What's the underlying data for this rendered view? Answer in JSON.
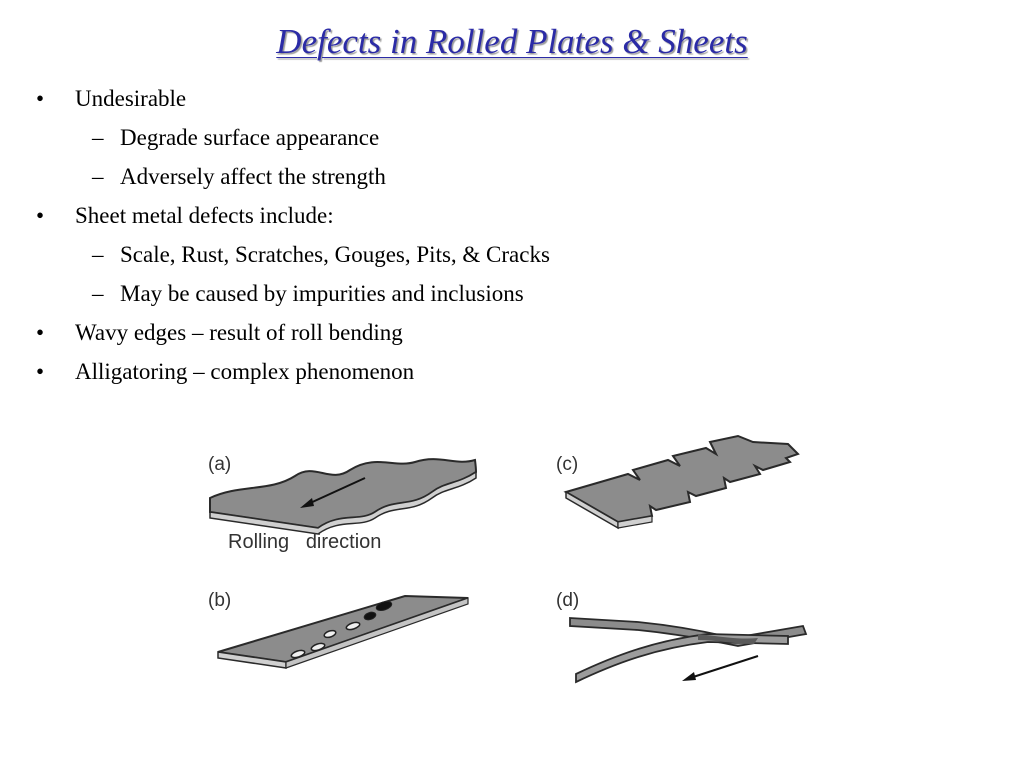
{
  "slide": {
    "title": "Defects in Rolled Plates & Sheets"
  },
  "bullets": [
    {
      "level": 1,
      "text": "Undesirable"
    },
    {
      "level": 2,
      "text": "Degrade surface appearance"
    },
    {
      "level": 2,
      "text": "Adversely affect the strength"
    },
    {
      "level": 1,
      "text": "Sheet metal defects include:"
    },
    {
      "level": 2,
      "text": "Scale, Rust, Scratches, Gouges, Pits, & Cracks"
    },
    {
      "level": 2,
      "text": "May be caused by impurities and inclusions"
    },
    {
      "level": 1,
      "text": "Wavy edges – result of roll bending"
    },
    {
      "level": 1,
      "text": "Alligatoring – complex phenomenon"
    }
  ],
  "markers": {
    "level1": "•",
    "level2": "–"
  },
  "figure": {
    "panels": [
      {
        "label": "(a)",
        "caption": "Rolling   direction"
      },
      {
        "label": "(b)"
      },
      {
        "label": "(c)"
      },
      {
        "label": "(d)"
      }
    ],
    "plate_fill": "#8c8c8c",
    "plate_edge": "#2a2a2a"
  }
}
